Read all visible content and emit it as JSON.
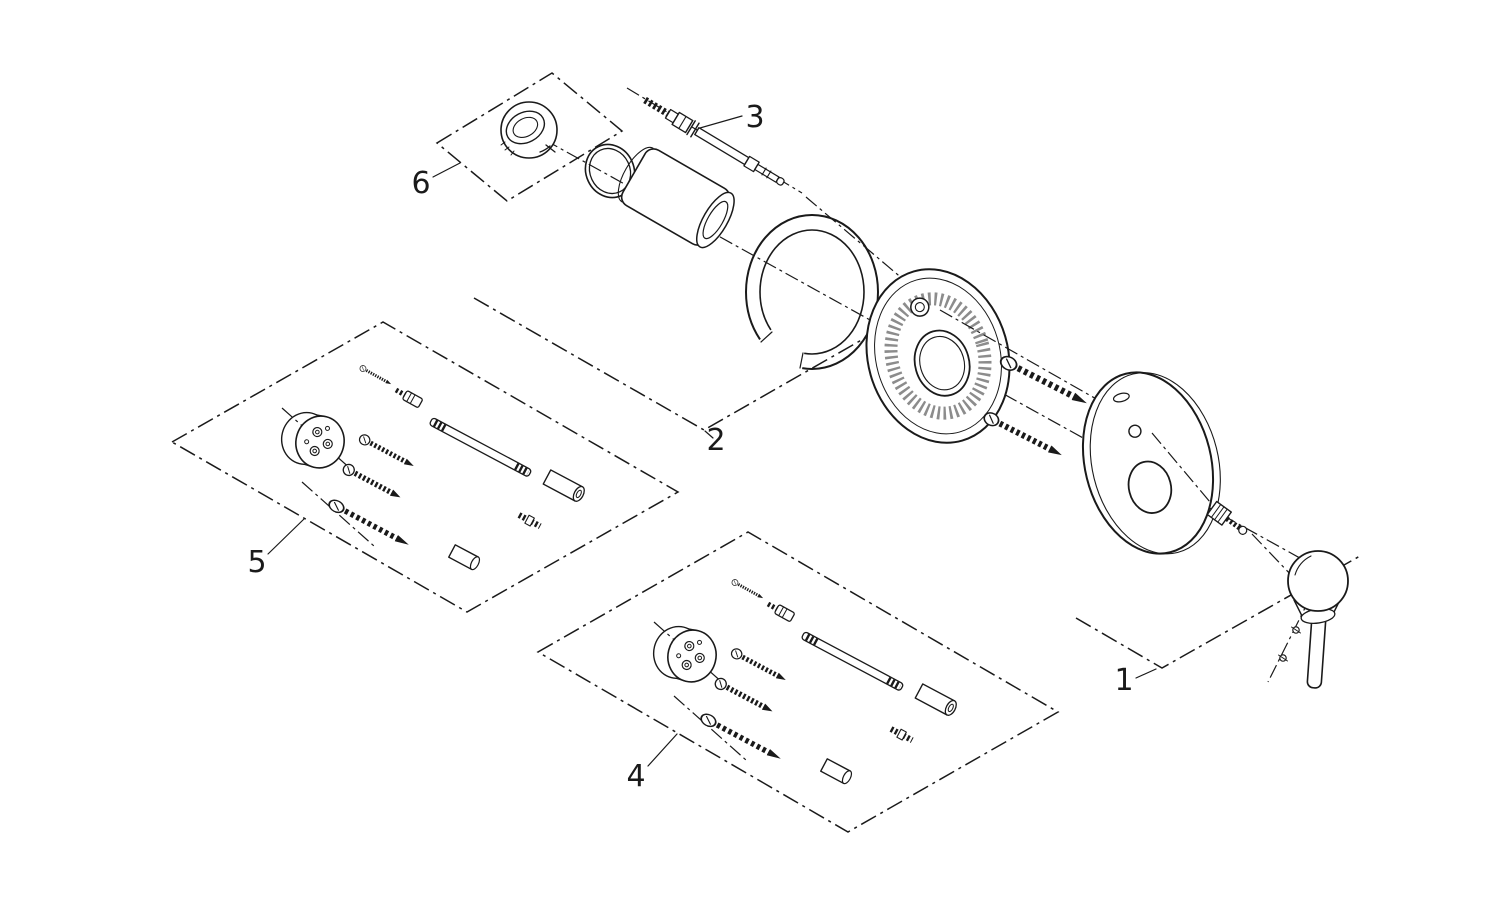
{
  "page": {
    "background_color": "#ffffff",
    "line_color": "#1a1a1a"
  },
  "diagram": {
    "type": "exploded-parts-diagram",
    "callouts": [
      {
        "number": "1",
        "part": "lever-handle-and-escutcheon"
      },
      {
        "number": "2",
        "part": "sleeve-with-o-ring-and-stop-ring"
      },
      {
        "number": "3",
        "part": "cartridge-spindle"
      },
      {
        "number": "4",
        "part": "fastening-screw-set-long"
      },
      {
        "number": "5",
        "part": "fastening-screw-set"
      },
      {
        "number": "6",
        "part": "control-knob"
      }
    ]
  }
}
